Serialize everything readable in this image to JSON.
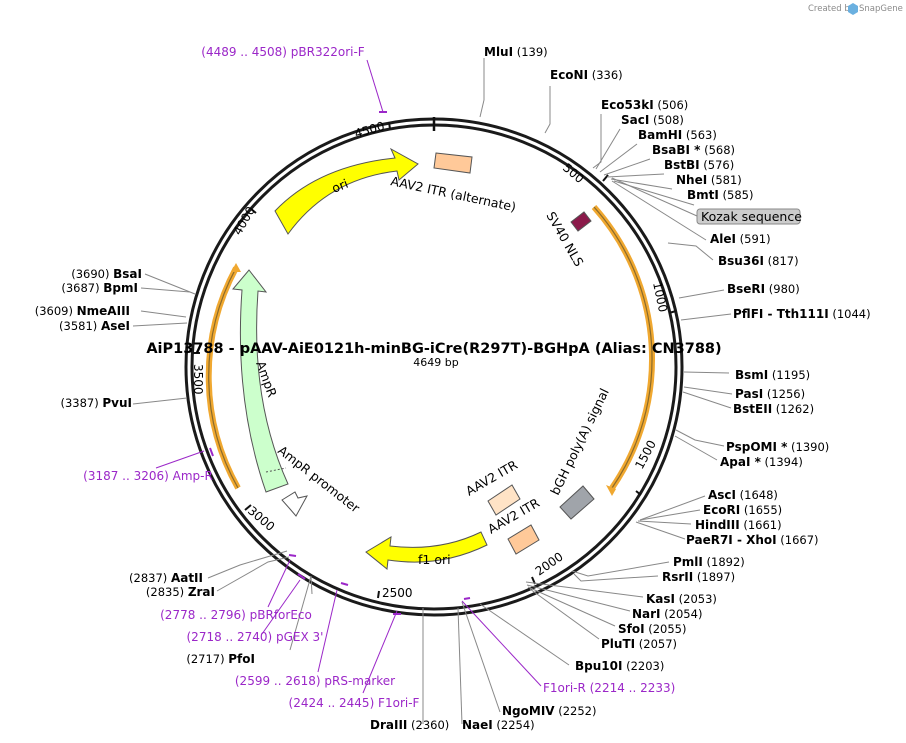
{
  "title": "AiP13788 - pAAV-AiE0121h-minBG-iCre(R297T)-BGHpA (Alias: CN3788)",
  "length": "4649 bp",
  "credit": {
    "created_by": "Created by",
    "brand": "SnapGene"
  },
  "ticks": [
    "500",
    "1000",
    "1500",
    "2000",
    "2500",
    "3000",
    "3500",
    "4000",
    "4500"
  ],
  "enzymes": [
    {
      "name": "MluI",
      "pos": "(139)"
    },
    {
      "name": "EcoNI",
      "pos": "(336)"
    },
    {
      "name": "Eco53kI",
      "pos": "(506)"
    },
    {
      "name": "SacI",
      "pos": "(508)"
    },
    {
      "name": "BamHI",
      "pos": "(563)"
    },
    {
      "name": "BsaBI *",
      "pos": "(568)"
    },
    {
      "name": "BstBI",
      "pos": "(576)"
    },
    {
      "name": "NheI",
      "pos": "(581)"
    },
    {
      "name": "BmtI",
      "pos": "(585)"
    },
    {
      "name": "AleI",
      "pos": "(591)"
    },
    {
      "name": "Bsu36I",
      "pos": "(817)"
    },
    {
      "name": "BseRI",
      "pos": "(980)"
    },
    {
      "name": "PflFI",
      "pos": "(1044)",
      "alt": "Tth111I"
    },
    {
      "name": "BsmI",
      "pos": "(1195)"
    },
    {
      "name": "PasI",
      "pos": "(1256)"
    },
    {
      "name": "BstEII",
      "pos": "(1262)"
    },
    {
      "name": "PspOMI *",
      "pos": "(1390)"
    },
    {
      "name": "ApaI *",
      "pos": "(1394)"
    },
    {
      "name": "AscI",
      "pos": "(1648)"
    },
    {
      "name": "EcoRI",
      "pos": "(1655)"
    },
    {
      "name": "HindIII",
      "pos": "(1661)"
    },
    {
      "name": "PaeR7I",
      "pos": "(1667)",
      "alt": "XhoI"
    },
    {
      "name": "PmlI",
      "pos": "(1892)"
    },
    {
      "name": "RsrII",
      "pos": "(1897)"
    },
    {
      "name": "KasI",
      "pos": "(2053)"
    },
    {
      "name": "NarI",
      "pos": "(2054)"
    },
    {
      "name": "SfoI",
      "pos": "(2055)"
    },
    {
      "name": "PluTI",
      "pos": "(2057)"
    },
    {
      "name": "Bpu10I",
      "pos": "(2203)"
    },
    {
      "name": "NgoMIV",
      "pos": "(2252)"
    },
    {
      "name": "NaeI",
      "pos": "(2254)"
    },
    {
      "name": "DraIII",
      "pos": "(2360)"
    },
    {
      "name": "PfoI",
      "pos": "(2717)"
    },
    {
      "name": "ZraI",
      "pos": "(2835)"
    },
    {
      "name": "AatII",
      "pos": "(2837)"
    },
    {
      "name": "PvuI",
      "pos": "(3387)"
    },
    {
      "name": "AseI",
      "pos": "(3581)"
    },
    {
      "name": "NmeAIII",
      "pos": "(3609)"
    },
    {
      "name": "BpmI",
      "pos": "(3687)"
    },
    {
      "name": "BsaI",
      "pos": "(3690)"
    }
  ],
  "primers": [
    {
      "name": "pBR322ori-F",
      "range": "(4489 .. 4508)"
    },
    {
      "name": "Amp-R",
      "range": "(3187 .. 3206)"
    },
    {
      "name": "pBRforEco",
      "range": "(2778 .. 2796)"
    },
    {
      "name": "pGEX 3'",
      "range": "(2718 .. 2740)"
    },
    {
      "name": "pRS-marker",
      "range": "(2599 .. 2618)"
    },
    {
      "name": "F1ori-F",
      "range": "(2424 .. 2445)"
    },
    {
      "name": "F1ori-R",
      "range": "(2214 .. 2233)"
    }
  ],
  "features": {
    "ori": "ori",
    "itr_alt": "AAV2 ITR (alternate)",
    "sv40": "SV40 NLS",
    "kozak": "Kozak sequence",
    "bgh": "bGH poly(A) signal",
    "itr1": "AAV2 ITR",
    "itr2": "AAV2 ITR",
    "f1": "f1 ori",
    "ampr": "AmpR",
    "ampr_prom": "AmpR promoter"
  },
  "colors": {
    "backbone": "#1a1a1a",
    "primer": "#9b27c8",
    "ori": "#ffff00",
    "itr": "#ffc999",
    "ampr": "#ccffcc",
    "cds_outline": "#f0a830",
    "sv40": "#8b1a4a",
    "bgh": "#a0a4aa",
    "kozak_box": "#cccccc"
  }
}
